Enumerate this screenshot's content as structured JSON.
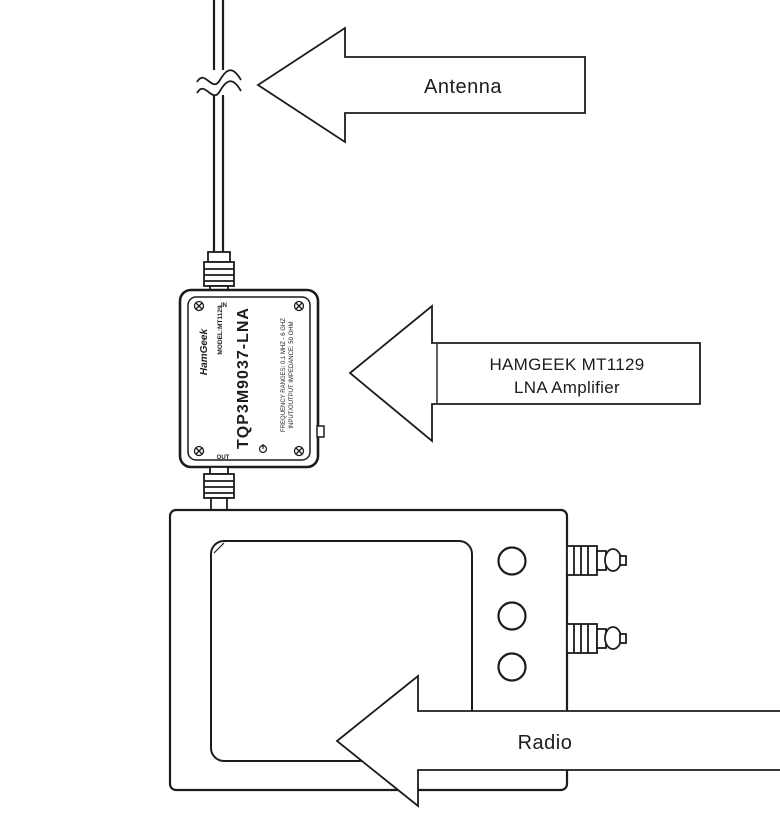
{
  "diagram": {
    "background": "#ffffff",
    "line_color": "#1c1c1e",
    "labels": {
      "antenna": "Antenna",
      "lna_line1": "HAMGEEK MT1129",
      "lna_line2": "LNA Amplifier",
      "radio": "Radio"
    },
    "lna_box": {
      "brand": "HamGeek",
      "model": "MODEL:MT1129",
      "part_number": "TQP3M9037-LNA",
      "spec_line1": "FREQUENCY RANGES: 0.1 MHZ - 6 GHZ",
      "spec_line2": "INPUT/OUTPUT IMPEDANCE: 50 OHM",
      "port_in": "IN",
      "port_out": "OUT"
    }
  }
}
